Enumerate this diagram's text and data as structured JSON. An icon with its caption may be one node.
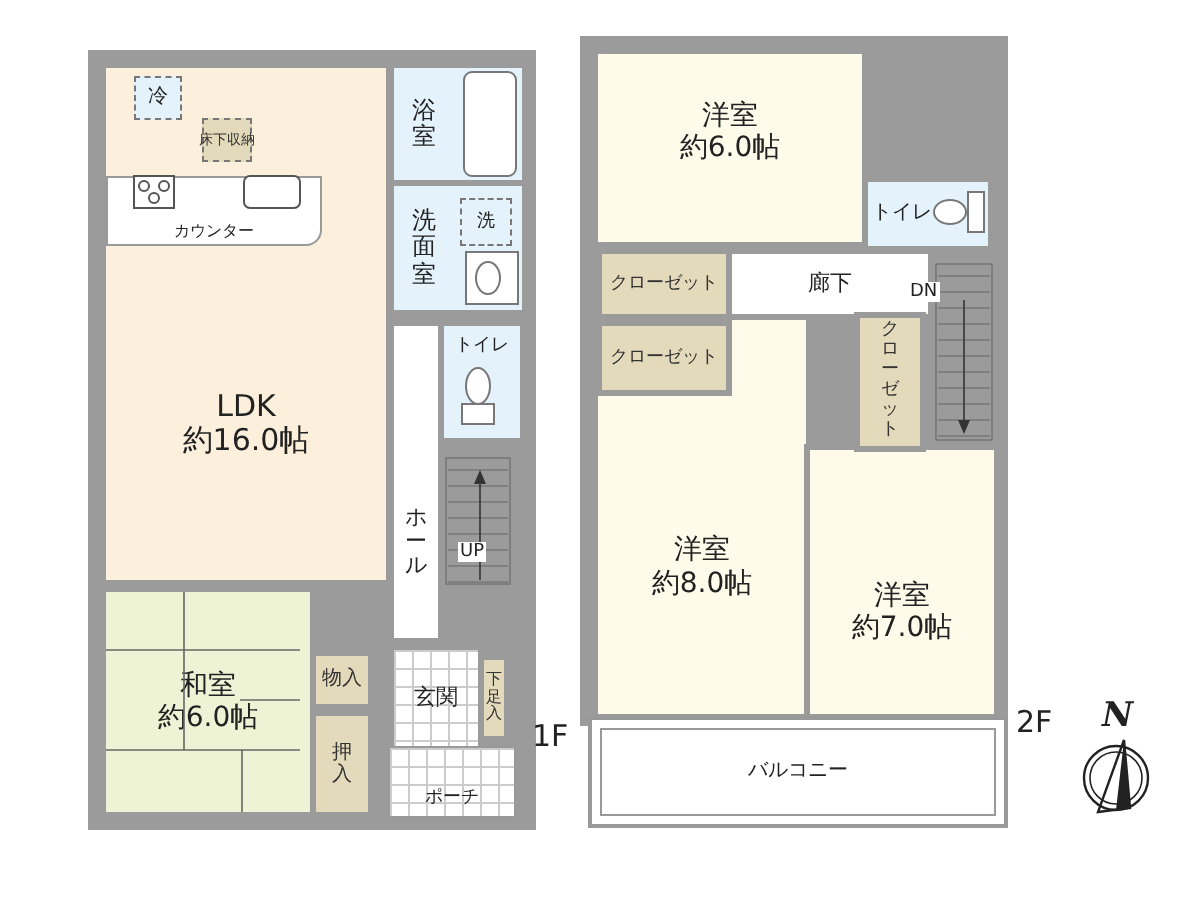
{
  "diagram": {
    "nodes": [
      {
        "text": [
          "LDK",
          "約16.0帖"
        ]
      },
      {
        "text": [
          "冷"
        ],
        "in": 0
      },
      {
        "text": [
          "床下収納"
        ],
        "in": 0
      },
      {
        "text": [
          "カウンター"
        ],
        "in": 0
      },
      {
        "text": [
          "浴室"
        ]
      },
      {
        "text": [
          "洗面室"
        ]
      },
      {
        "text": [
          "洗"
        ],
        "in": 5
      },
      {
        "text": [
          "トイレ"
        ]
      },
      {
        "text": [
          "ホール"
        ]
      },
      {
        "text": [
          "和室",
          "約6.0帖"
        ]
      },
      {
        "text": [
          "物入"
        ]
      },
      {
        "text": [
          "押入"
        ]
      },
      {
        "text": [
          "玄関"
        ]
      },
      {
        "text": [
          "下足入"
        ]
      },
      {
        "text": [
          "ポーチ"
        ]
      },
      {
        "text": [
          "洋室",
          "約6.0帖"
        ]
      },
      {
        "text": [
          "トイレ"
        ]
      },
      {
        "text": [
          "クローゼット"
        ]
      },
      {
        "text": [
          "洋室",
          "約8.0帖"
        ]
      },
      {
        "text": [
          "クローゼット"
        ],
        "in": 18
      },
      {
        "text": [
          "廊下"
        ]
      },
      {
        "text": [
          "クローゼット"
        ]
      },
      {
        "text": [
          "洋室",
          "約7.0帖"
        ]
      },
      {
        "text": [
          "バルコニー"
        ]
      }
    ],
    "labels": [
      "UP",
      "DN",
      "1F",
      "2F",
      "N"
    ]
  }
}
